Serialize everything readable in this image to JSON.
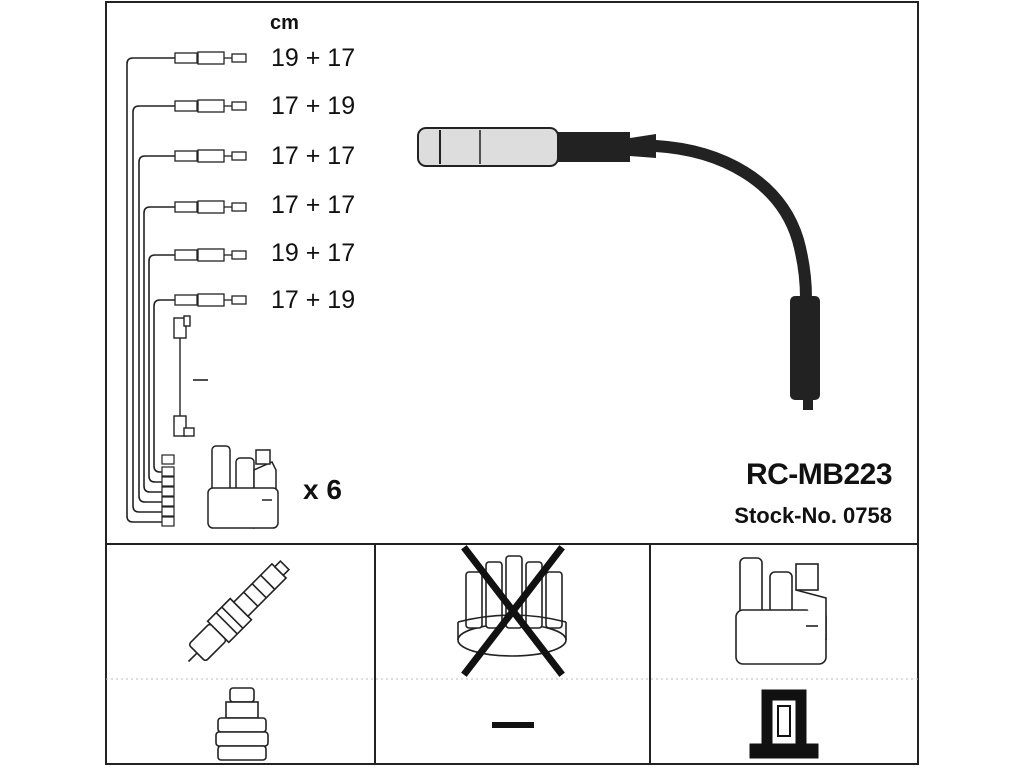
{
  "diagram": {
    "unit_label": "cm",
    "lead_lengths": [
      "19 + 17",
      "17 + 19",
      "17 + 17",
      "17 + 17",
      "19 + 17",
      "17 + 19"
    ],
    "coil_quantity": "x 6",
    "part_number": "RC-MB223",
    "stock_number": "Stock-No. 0758"
  },
  "compatibility": [
    {
      "component": "spark plug",
      "applicable": true
    },
    {
      "component": "distributor cap",
      "applicable": false
    },
    {
      "component": "ignition coil",
      "applicable": true
    },
    {
      "component": "plug connector type",
      "applicable": true
    },
    {
      "component": "none",
      "applicable": false
    },
    {
      "component": "coil connector type",
      "applicable": true
    }
  ]
}
